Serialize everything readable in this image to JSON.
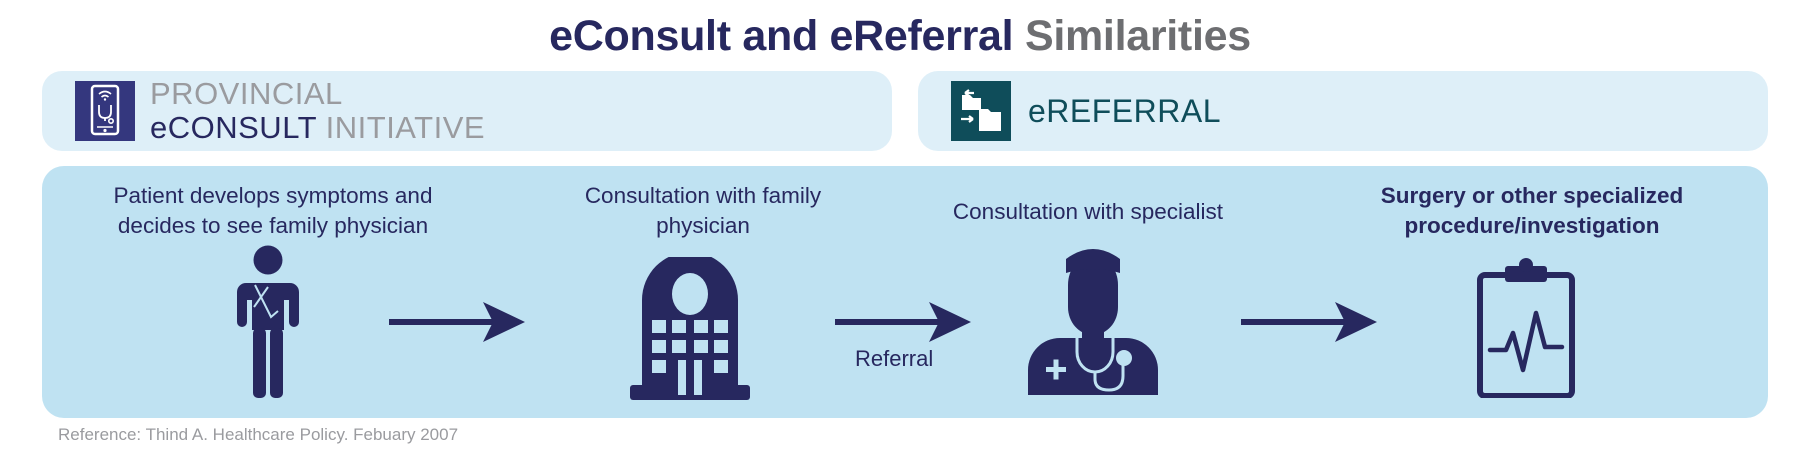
{
  "title": {
    "part1": "eConsult and eReferral",
    "part2": "Similarities"
  },
  "panels": {
    "left": {
      "line1": "PROVINCIAL",
      "line2_part1": "eCONSULT",
      "line2_part2": "INITIATIVE",
      "icon": "tablet-stethoscope-icon"
    },
    "right": {
      "label": "eREFERRAL",
      "icon": "folder-transfer-icon"
    }
  },
  "steps": [
    {
      "label": "Patient develops symptoms and decides to see family physician",
      "icon": "patient-icon"
    },
    {
      "label": "Consultation with family physician",
      "icon": "clinic-building-icon"
    },
    {
      "label": "Consultation with specialist",
      "icon": "doctor-icon"
    },
    {
      "label": "Surgery or other specialized procedure/investigation",
      "icon": "clipboard-chart-icon"
    }
  ],
  "arrows": [
    {
      "label": ""
    },
    {
      "label": "Referral"
    },
    {
      "label": ""
    }
  ],
  "reference": "Reference: Thind A. Healthcare Policy. Febuary 2007",
  "colors": {
    "navy": "#27285f",
    "gray": "#6d6e71",
    "panel_light": "#deeff8",
    "flow_bg": "#bfe2f2",
    "econsult_logo": "#34377e",
    "ereferral_logo": "#0f4d5a"
  }
}
